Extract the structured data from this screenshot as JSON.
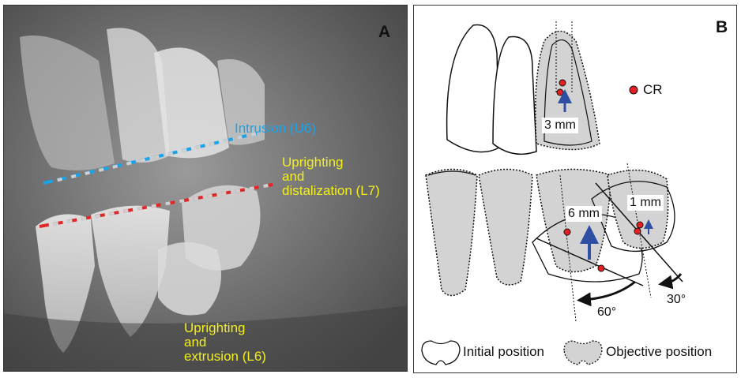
{
  "panel_a": {
    "letter": "A",
    "intrusion_label": "Intrusion (U6)",
    "upright_distal_label": [
      "Uprighting",
      "and",
      "distalization (L7)"
    ],
    "upright_extrusion_label": [
      "Uprighting",
      "and",
      "extrusion (L6)"
    ],
    "line_colors": {
      "intrusion": "#1aa3ea",
      "distalization": "#e02828",
      "dash_alt": "#cfcfcf"
    }
  },
  "panel_b": {
    "letter": "B",
    "cr_label": "CR",
    "upper_move": "3 mm",
    "lower_left_move": "6 mm",
    "lower_right_move": "1 mm",
    "angle_left": "60°",
    "angle_right": "30°",
    "legend": {
      "initial": "Initial position",
      "objective": "Objective position"
    },
    "colors": {
      "cr_dot": "#e51f23",
      "arrow": "#2e4fa3",
      "objective_fill": "#d3d3d3"
    }
  }
}
